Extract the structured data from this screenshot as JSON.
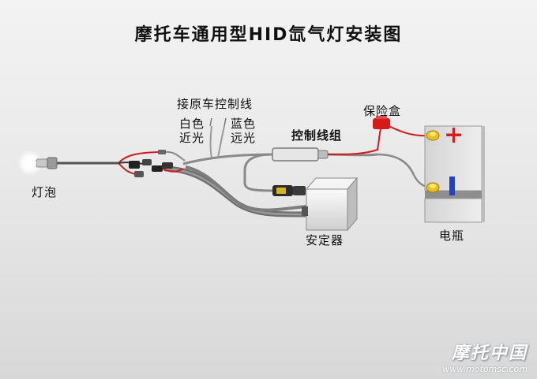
{
  "title": "摩托车通用型HID氙气灯安装图",
  "labels": {
    "control_line": "接原车控制线",
    "white": "白色",
    "near": "近光",
    "blue": "蓝色",
    "far": "远光",
    "harness": "控制线组",
    "fuse": "保险盒",
    "bulb": "灯泡",
    "ballast": "安定器",
    "battery": "电瓶",
    "plus": "+"
  },
  "watermark": {
    "title": "摩托中国",
    "url": "www.motomsc.com"
  },
  "colors": {
    "cable": "#7a7a7a",
    "red_wire": "#d21c1c",
    "plus": "#e01a1a",
    "minus": "#1f3fd6",
    "terminal": "#e8c21a"
  }
}
